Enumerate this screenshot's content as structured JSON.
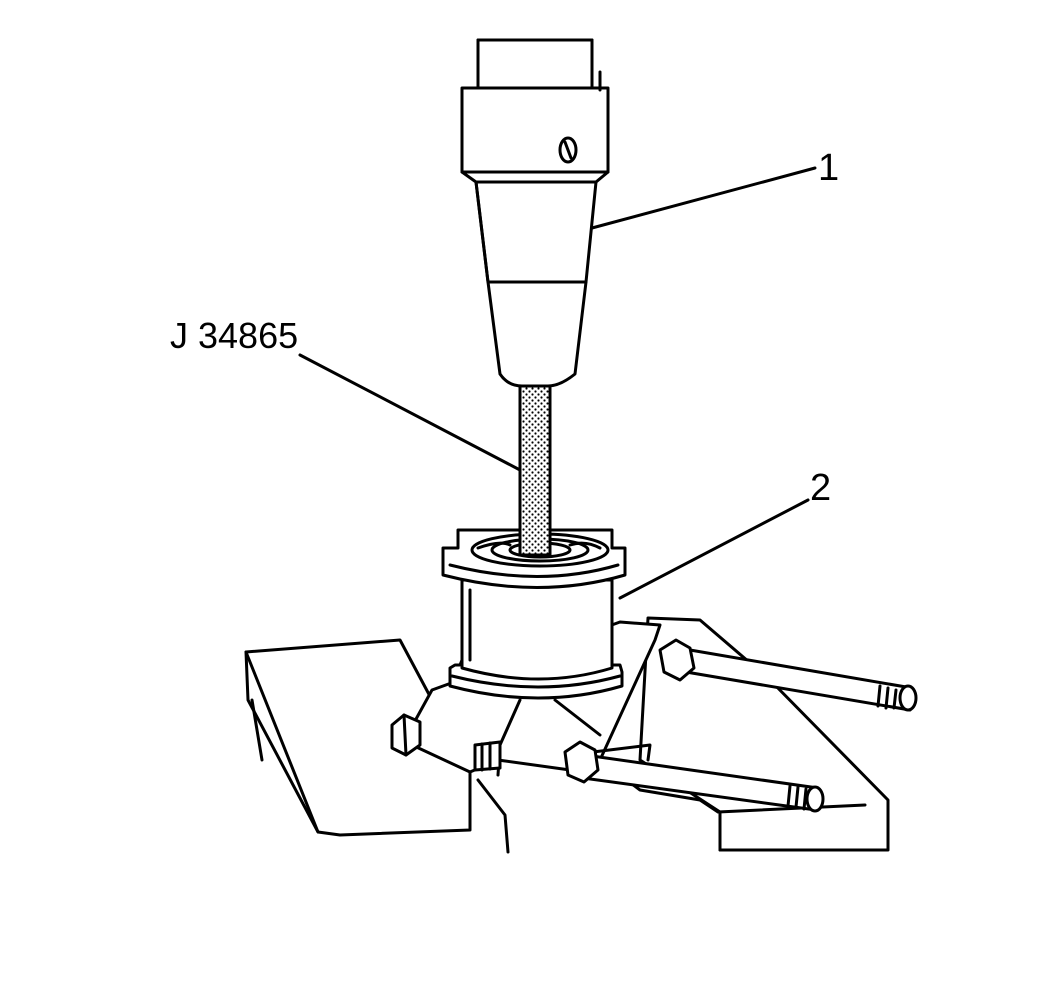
{
  "callouts": {
    "tool_number": "J 34865",
    "item_1": "1",
    "item_2": "2"
  },
  "colors": {
    "ink": "#000000",
    "paper": "#ffffff"
  }
}
